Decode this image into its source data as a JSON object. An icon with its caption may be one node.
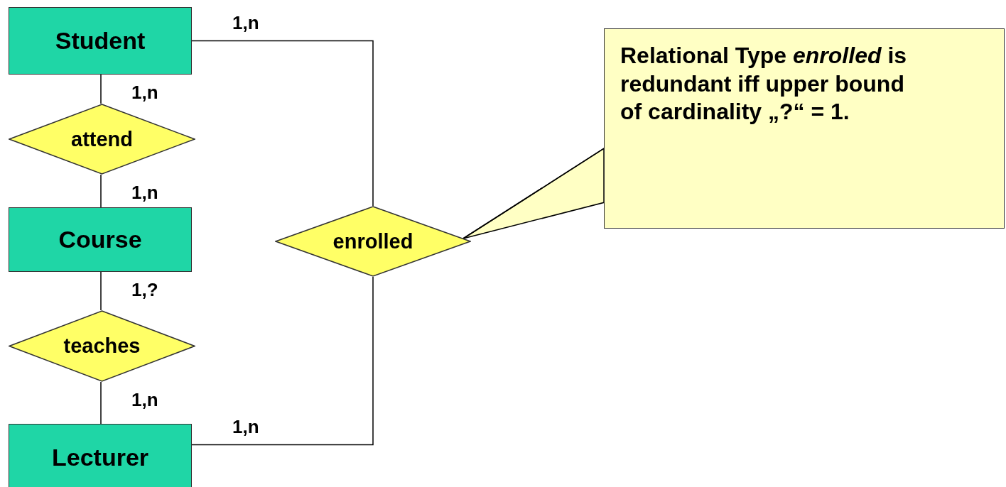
{
  "diagram": {
    "nodes": [
      {
        "text": [
          "Student"
        ]
      },
      {
        "text": [
          "attend"
        ]
      },
      {
        "text": [
          "Course"
        ]
      },
      {
        "text": [
          "teaches"
        ]
      },
      {
        "text": [
          "Lecturer"
        ]
      },
      {
        "text": [
          "enrolled"
        ]
      },
      {
        "text": [
          "Relational Type *enrolled* is redundant iff upper bound of cardinality „?“ = 1."
        ]
      }
    ],
    "edges": [
      {
        "from": 0,
        "to": 1,
        "arrow": "none",
        "label": "1,n"
      },
      {
        "from": 1,
        "to": 2,
        "arrow": "none",
        "label": "1,n"
      },
      {
        "from": 2,
        "to": 3,
        "arrow": "none",
        "label": "1,?"
      },
      {
        "from": 3,
        "to": 4,
        "arrow": "none",
        "label": "1,n"
      },
      {
        "from": 0,
        "to": 5,
        "arrow": "none",
        "label": "1,n"
      },
      {
        "from": 4,
        "to": 5,
        "arrow": "none",
        "label": "1,n"
      },
      {
        "from": 6,
        "to": 5,
        "arrow": "none"
      }
    ]
  }
}
